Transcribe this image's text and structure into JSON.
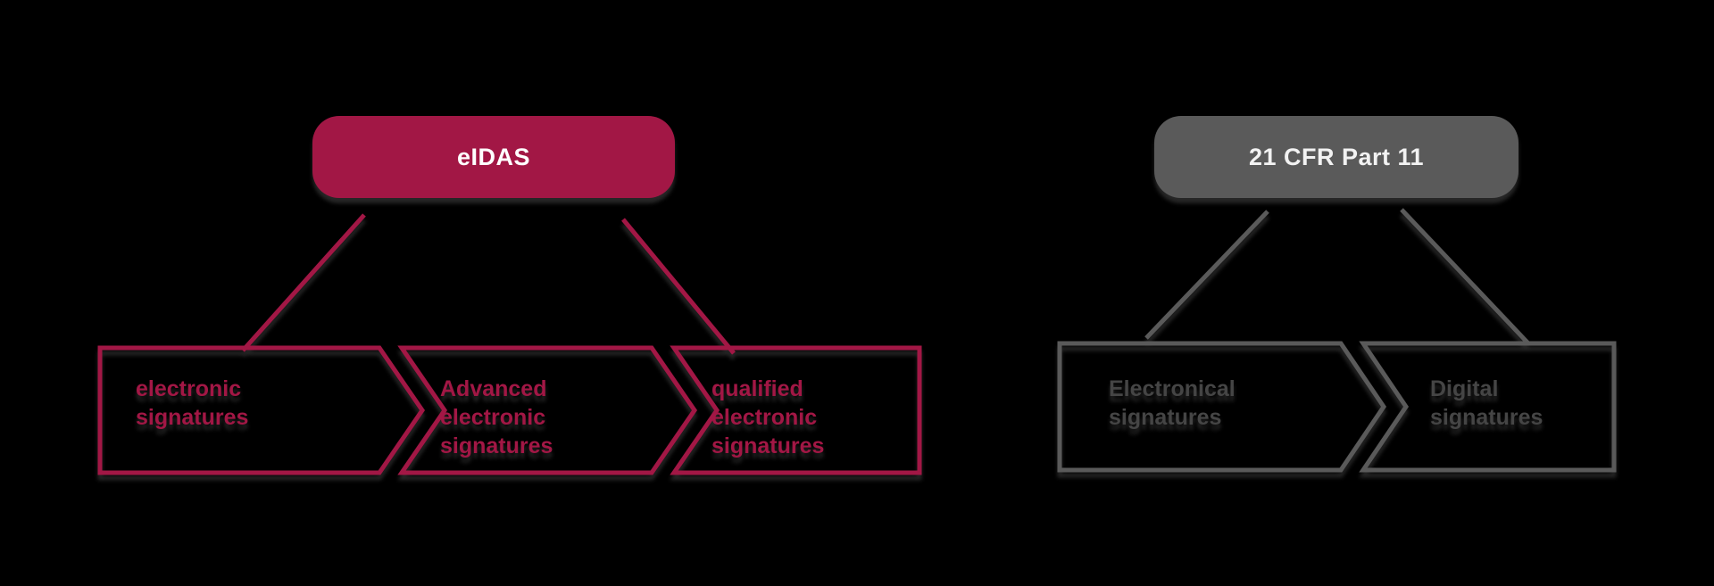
{
  "canvas": {
    "background": "#000000"
  },
  "eidas": {
    "root_label": "eIDAS",
    "accent": "#A21745",
    "label_color": "#FFFFFF",
    "levels": [
      {
        "lines": [
          "electronic",
          "signatures"
        ]
      },
      {
        "lines": [
          "Advanced",
          "electronic",
          "signatures"
        ]
      },
      {
        "lines": [
          "qualified",
          "electronic",
          "signatures"
        ]
      }
    ]
  },
  "cfr": {
    "root_label": "21 CFR Part 11",
    "accent": "#5A5A5A",
    "label_color": "#F2F2F2",
    "text_color": "#454545",
    "levels": [
      {
        "lines": [
          "Electronical",
          "signatures"
        ]
      },
      {
        "lines": [
          "Digital",
          "signatures"
        ]
      }
    ]
  }
}
